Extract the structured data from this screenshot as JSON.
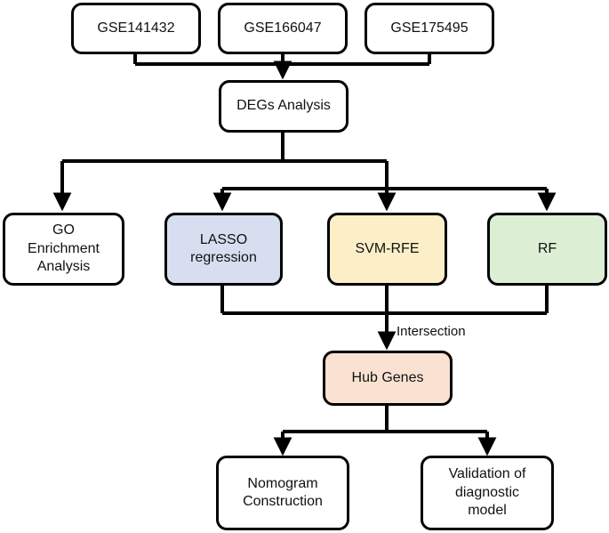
{
  "diagram": {
    "title": "Study workflow flowchart",
    "colors": {
      "stroke": "#000000",
      "white_fill": "#ffffff",
      "lasso_fill": "#D6DEEF",
      "svm_fill": "#FCEFC7",
      "rf_fill": "#DCEFD5",
      "hub_fill": "#FAE2D2",
      "text": "#111111"
    },
    "nodes": [
      {
        "id": "gse141432",
        "label": "GSE141432"
      },
      {
        "id": "gse166047",
        "label": "GSE166047"
      },
      {
        "id": "gse175495",
        "label": "GSE175495"
      },
      {
        "id": "degs",
        "label": "DEGs Analysis"
      },
      {
        "id": "go",
        "label": "GO\nEnrichment\nAnalysis"
      },
      {
        "id": "lasso",
        "label": "LASSO\nregression"
      },
      {
        "id": "svm",
        "label": "SVM-RFE"
      },
      {
        "id": "rf",
        "label": "RF"
      },
      {
        "id": "hub",
        "label": "Hub Genes"
      },
      {
        "id": "nomogram",
        "label": "Nomogram\nConstruction"
      },
      {
        "id": "validation",
        "label": "Validation of\ndiagnostic\nmodel"
      }
    ],
    "edge_labels": [
      {
        "id": "intersection",
        "label": "Intersection"
      }
    ]
  }
}
